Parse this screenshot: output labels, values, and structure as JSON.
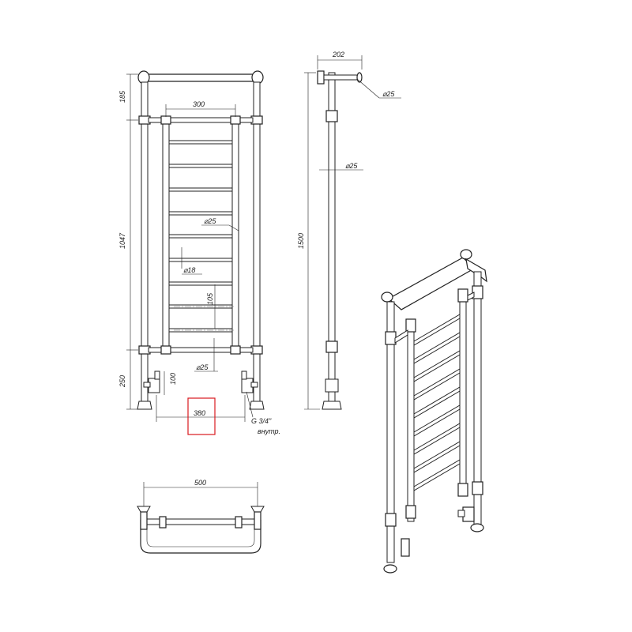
{
  "dimensions": {
    "front_width_inner": "300",
    "top_section": "185",
    "body_height": "1047",
    "bottom_section": "250",
    "rail_diameter": "⌀25",
    "bar_diameter": "⌀18",
    "bar_spacing": "105",
    "bottom_rail_diameter": "⌀25",
    "valve_height": "100",
    "pipe_centers": "380",
    "thread": "G 3/4\"",
    "thread_note": "внутр.",
    "side_depth": "202",
    "side_top_diameter": "⌀25",
    "side_pipe_diameter": "⌀25",
    "total_height": "1500",
    "plan_width": "500"
  },
  "colors": {
    "line": "#222222",
    "highlight": "#d9191f"
  }
}
